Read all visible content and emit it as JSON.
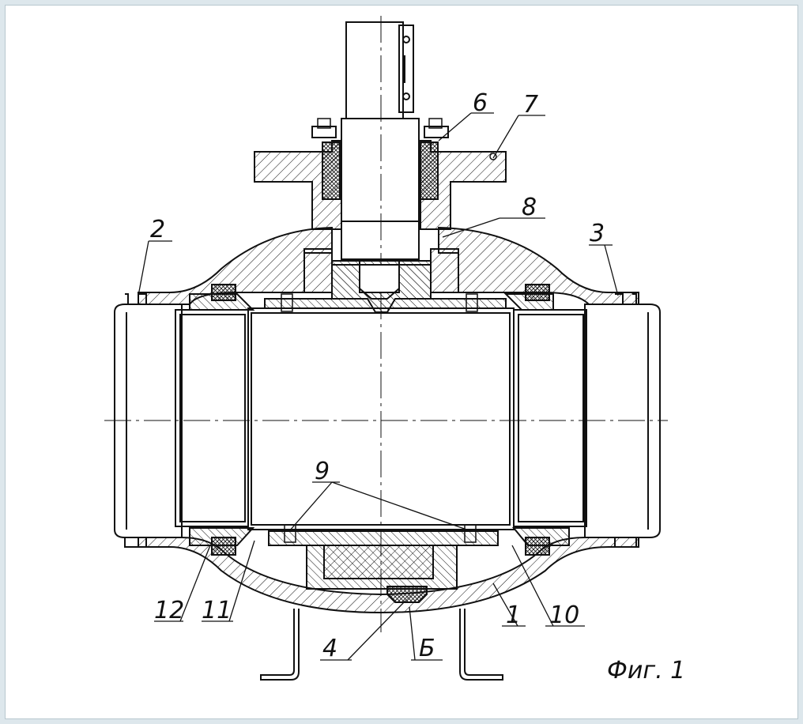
{
  "drawing": {
    "figure_caption": "Фиг. 1",
    "part_labels": [
      {
        "id": "p1",
        "text": "1"
      },
      {
        "id": "p2",
        "text": "2"
      },
      {
        "id": "p3",
        "text": "3"
      },
      {
        "id": "p4",
        "text": "4"
      },
      {
        "id": "p6",
        "text": "6"
      },
      {
        "id": "p7",
        "text": "7"
      },
      {
        "id": "p8",
        "text": "8"
      },
      {
        "id": "p9",
        "text": "9"
      },
      {
        "id": "p10",
        "text": "10"
      },
      {
        "id": "p11",
        "text": "11"
      },
      {
        "id": "p12",
        "text": "12"
      },
      {
        "id": "pB",
        "text": "Б"
      }
    ]
  },
  "colors": {
    "line": "#111111",
    "background": "#ffffff",
    "border": "#dde7ec"
  }
}
